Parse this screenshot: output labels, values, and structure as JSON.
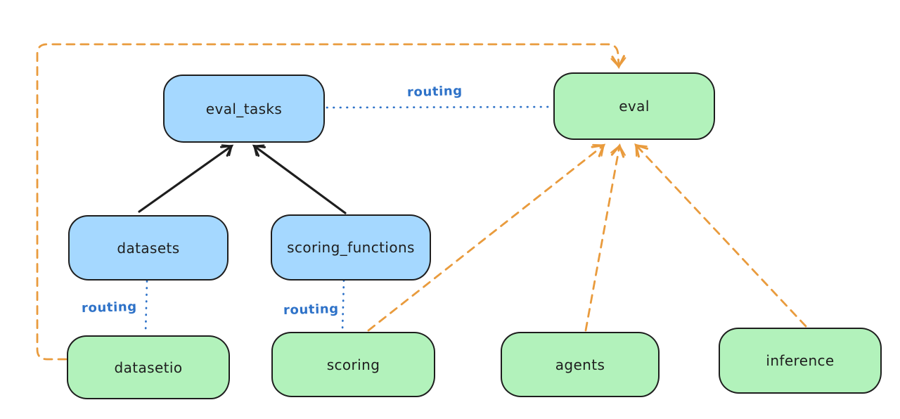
{
  "canvas": {
    "background": "#ffffff"
  },
  "colors": {
    "node_border": "#1e1e1e",
    "blue_node_fill": "#a5d8ff",
    "green_node_fill": "#b2f2bb",
    "routing_label_blue": "#2e72c8",
    "black_arrow": "#1e1e1e",
    "orange_arrow": "#e99b3d"
  },
  "nodes": [
    {
      "id": "eval_tasks",
      "label": "eval_tasks",
      "color": "blue"
    },
    {
      "id": "eval",
      "label": "eval",
      "color": "green"
    },
    {
      "id": "datasets",
      "label": "datasets",
      "color": "blue"
    },
    {
      "id": "scoring_functions",
      "label": "scoring_functions",
      "color": "blue"
    },
    {
      "id": "datasetio",
      "label": "datasetio",
      "color": "green"
    },
    {
      "id": "scoring",
      "label": "scoring",
      "color": "green"
    },
    {
      "id": "agents",
      "label": "agents",
      "color": "green"
    },
    {
      "id": "inference",
      "label": "inference",
      "color": "green"
    }
  ],
  "edges": [
    {
      "from": "datasets",
      "to": "eval_tasks",
      "style": "solid-black-arrow"
    },
    {
      "from": "scoring_functions",
      "to": "eval_tasks",
      "style": "solid-black-arrow"
    },
    {
      "from": "eval_tasks",
      "to": "eval",
      "style": "dotted-blue",
      "label": "routing"
    },
    {
      "from": "datasets",
      "to": "datasetio",
      "style": "dotted-blue",
      "label": "routing"
    },
    {
      "from": "scoring_functions",
      "to": "scoring",
      "style": "dotted-blue",
      "label": "routing"
    },
    {
      "from": "datasetio",
      "to": "eval",
      "style": "dashed-orange-arrow"
    },
    {
      "from": "scoring",
      "to": "eval",
      "style": "dashed-orange-arrow"
    },
    {
      "from": "agents",
      "to": "eval",
      "style": "dashed-orange-arrow"
    },
    {
      "from": "inference",
      "to": "eval",
      "style": "dashed-orange-arrow"
    }
  ]
}
